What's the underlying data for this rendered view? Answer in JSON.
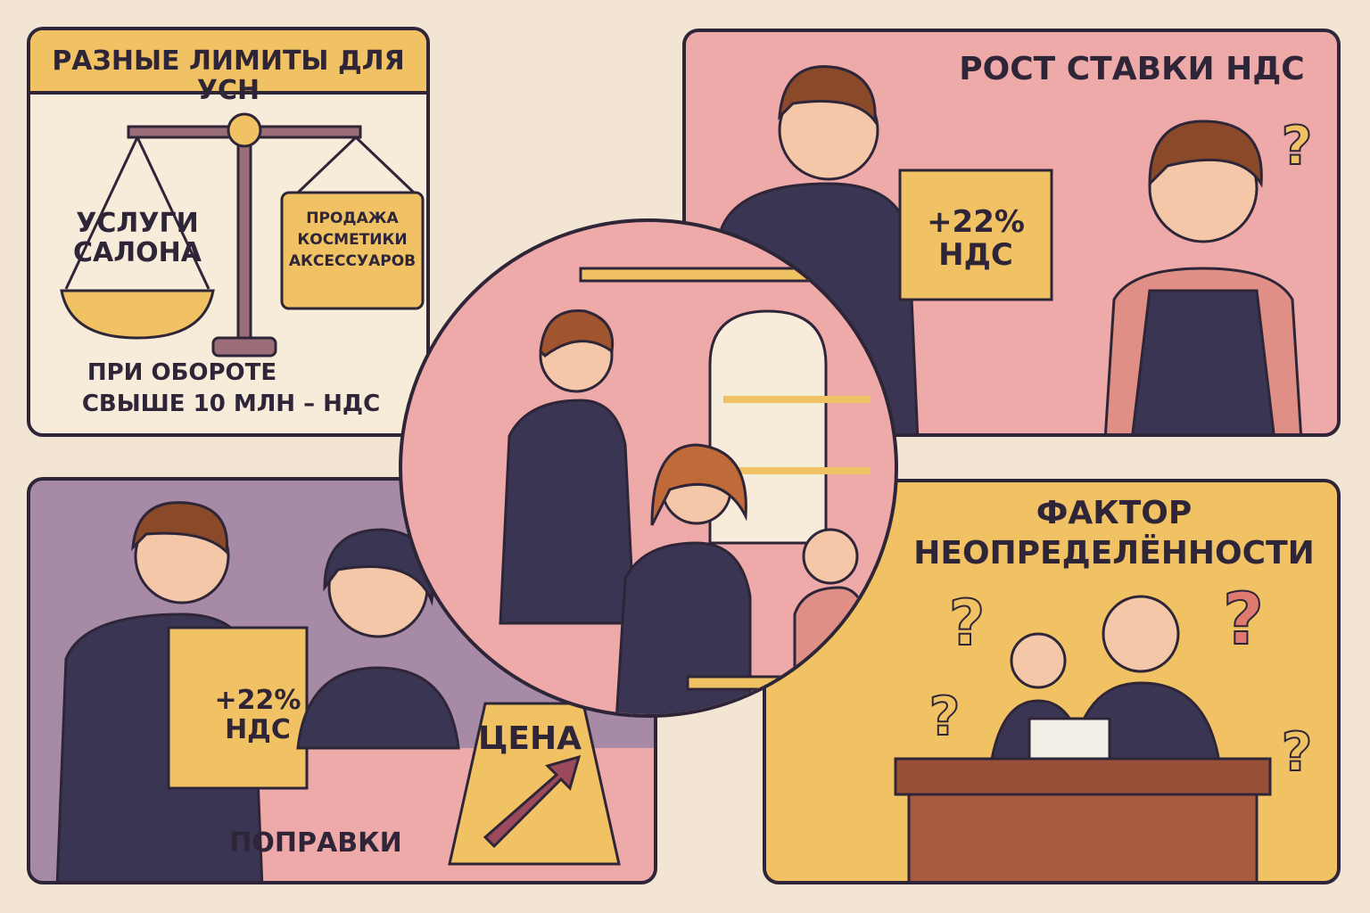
{
  "panels": {
    "limits": {
      "title": "РАЗНЫЕ ЛИМИТЫ ДЛЯ УСН",
      "left_pan": "УСЛУГИ САЛОНА",
      "right_box": "ПРОДАЖА КОСМЕТИКИ АКСЕССУАРОВ",
      "caption_line1": "ПРИ ОБОРОТЕ",
      "caption_line2": "СВЫШЕ 10 МЛН – НДС"
    },
    "vat_rate": {
      "title": "РОСТ СТАВКИ НДС",
      "box_line1": "+22%",
      "box_line2": "НДС",
      "question": "?"
    },
    "amendments": {
      "box_line1": "+22%",
      "box_line2": "НДС",
      "label": "ПОПРАВКИ",
      "sign": "ЦЕНА"
    },
    "uncertainty": {
      "title_line1": "ФАКТОР",
      "title_line2": "НЕОПРЕДЕЛЁННОСТИ",
      "question": "?"
    }
  },
  "colors": {
    "background": "#f3e5d3",
    "cream": "#f7ebd9",
    "yellow": "#f1c264",
    "pink": "#eeaaa8",
    "purple": "#a68aa6",
    "navy": "#3a3552",
    "outline": "#2e2638"
  }
}
